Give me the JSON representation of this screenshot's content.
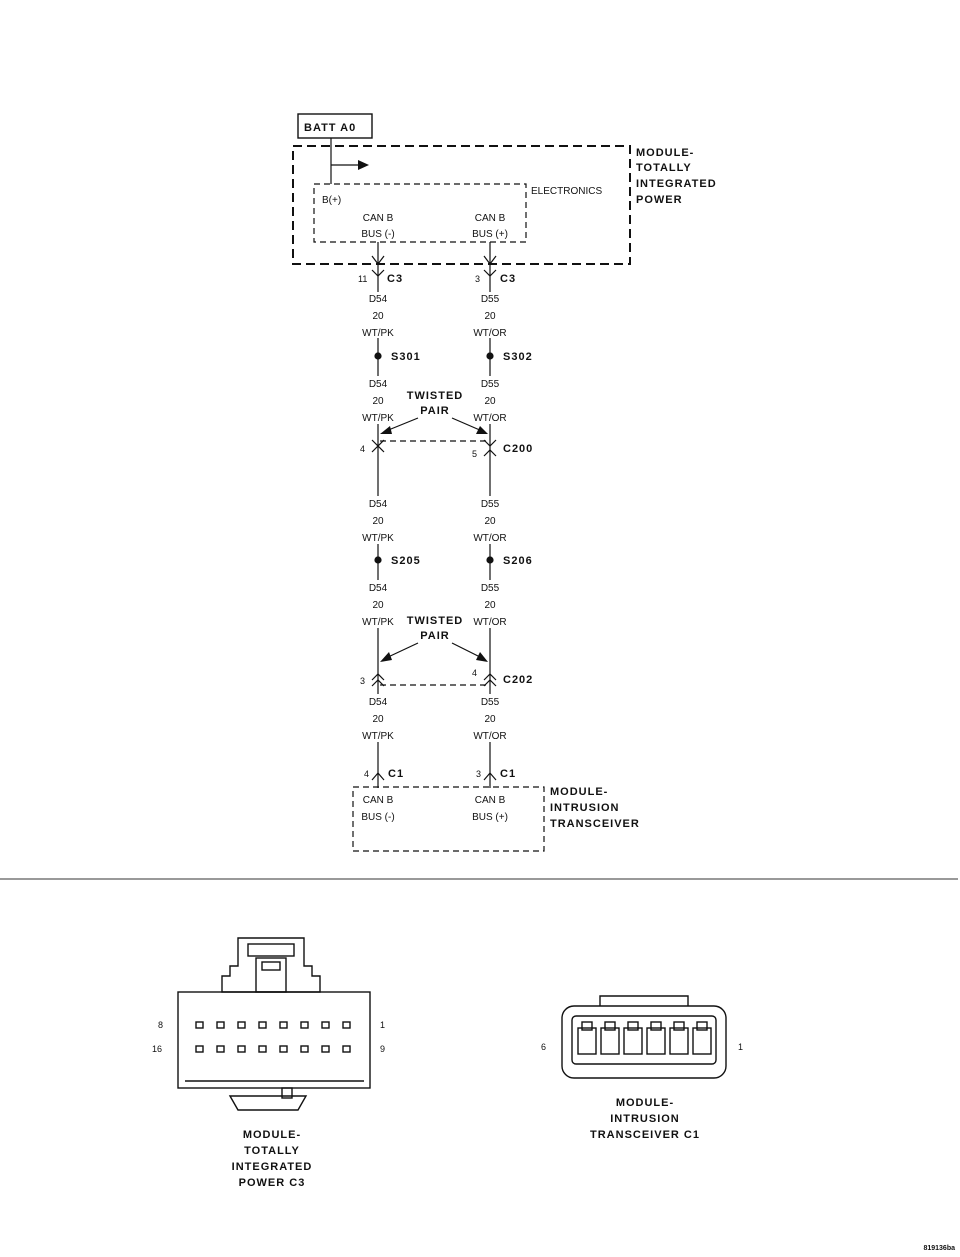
{
  "power_source": {
    "label": "BATT A0"
  },
  "tipm": {
    "title": [
      "MODULE-",
      "TOTALLY",
      "INTEGRATED",
      "POWER"
    ],
    "electronics_label": "ELECTRONICS",
    "bplus_label": "B(+)",
    "pin_left": [
      "CAN B",
      "BUS (-)"
    ],
    "pin_right": [
      "CAN B",
      "BUS (+)"
    ]
  },
  "wires": {
    "left": {
      "circuit": "D54",
      "gauge": "20",
      "color": "WT/PK"
    },
    "right": {
      "circuit": "D55",
      "gauge": "20",
      "color": "WT/OR"
    }
  },
  "connectors": {
    "c3": {
      "name": "C3",
      "left_pin": "11",
      "right_pin": "3"
    },
    "c200": {
      "name": "C200",
      "left_pin": "4",
      "right_pin": "5"
    },
    "c202": {
      "name": "C202",
      "left_pin": "3",
      "right_pin": "4"
    },
    "c1": {
      "name": "C1",
      "left_pin": "4",
      "right_pin": "3"
    }
  },
  "splices": {
    "s301": "S301",
    "s302": "S302",
    "s205": "S205",
    "s206": "S206"
  },
  "twisted_pair": {
    "label": [
      "TWISTED",
      "PAIR"
    ]
  },
  "intrusion": {
    "title": [
      "MODULE-",
      "INTRUSION",
      "TRANSCEIVER"
    ],
    "pin_left": [
      "CAN B",
      "BUS (-)"
    ],
    "pin_right": [
      "CAN B",
      "BUS (+)"
    ]
  },
  "connector_views": {
    "tipm_c3": {
      "title": [
        "MODULE-",
        "TOTALLY",
        "INTEGRATED",
        "POWER C3"
      ],
      "pin_top_left": "8",
      "pin_top_right": "1",
      "pin_bottom_left": "16",
      "pin_bottom_right": "9"
    },
    "intrusion_c1": {
      "title": [
        "MODULE-",
        "INTRUSION",
        "TRANSCEIVER C1"
      ],
      "pin_left": "6",
      "pin_right": "1"
    }
  },
  "figure_code": "819136ba"
}
